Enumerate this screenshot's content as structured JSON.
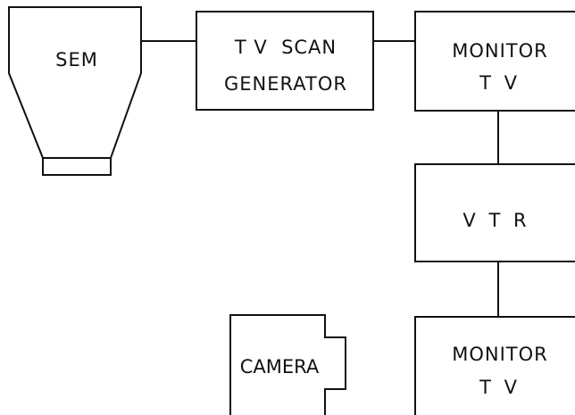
{
  "blocks": {
    "sem": {
      "label": "SEM"
    },
    "tv_scan_generator": {
      "line1": "T V  SCAN",
      "line2": "GENERATOR"
    },
    "monitor_tv_top": {
      "line1": "MONITOR",
      "line2": "T V"
    },
    "vtr": {
      "label": "V T R"
    },
    "monitor_tv_bottom": {
      "line1": "MONITOR",
      "line2": "T V"
    },
    "camera": {
      "label": "CAMERA"
    }
  },
  "colors": {
    "ink": "#111111",
    "paper": "#ffffff"
  }
}
